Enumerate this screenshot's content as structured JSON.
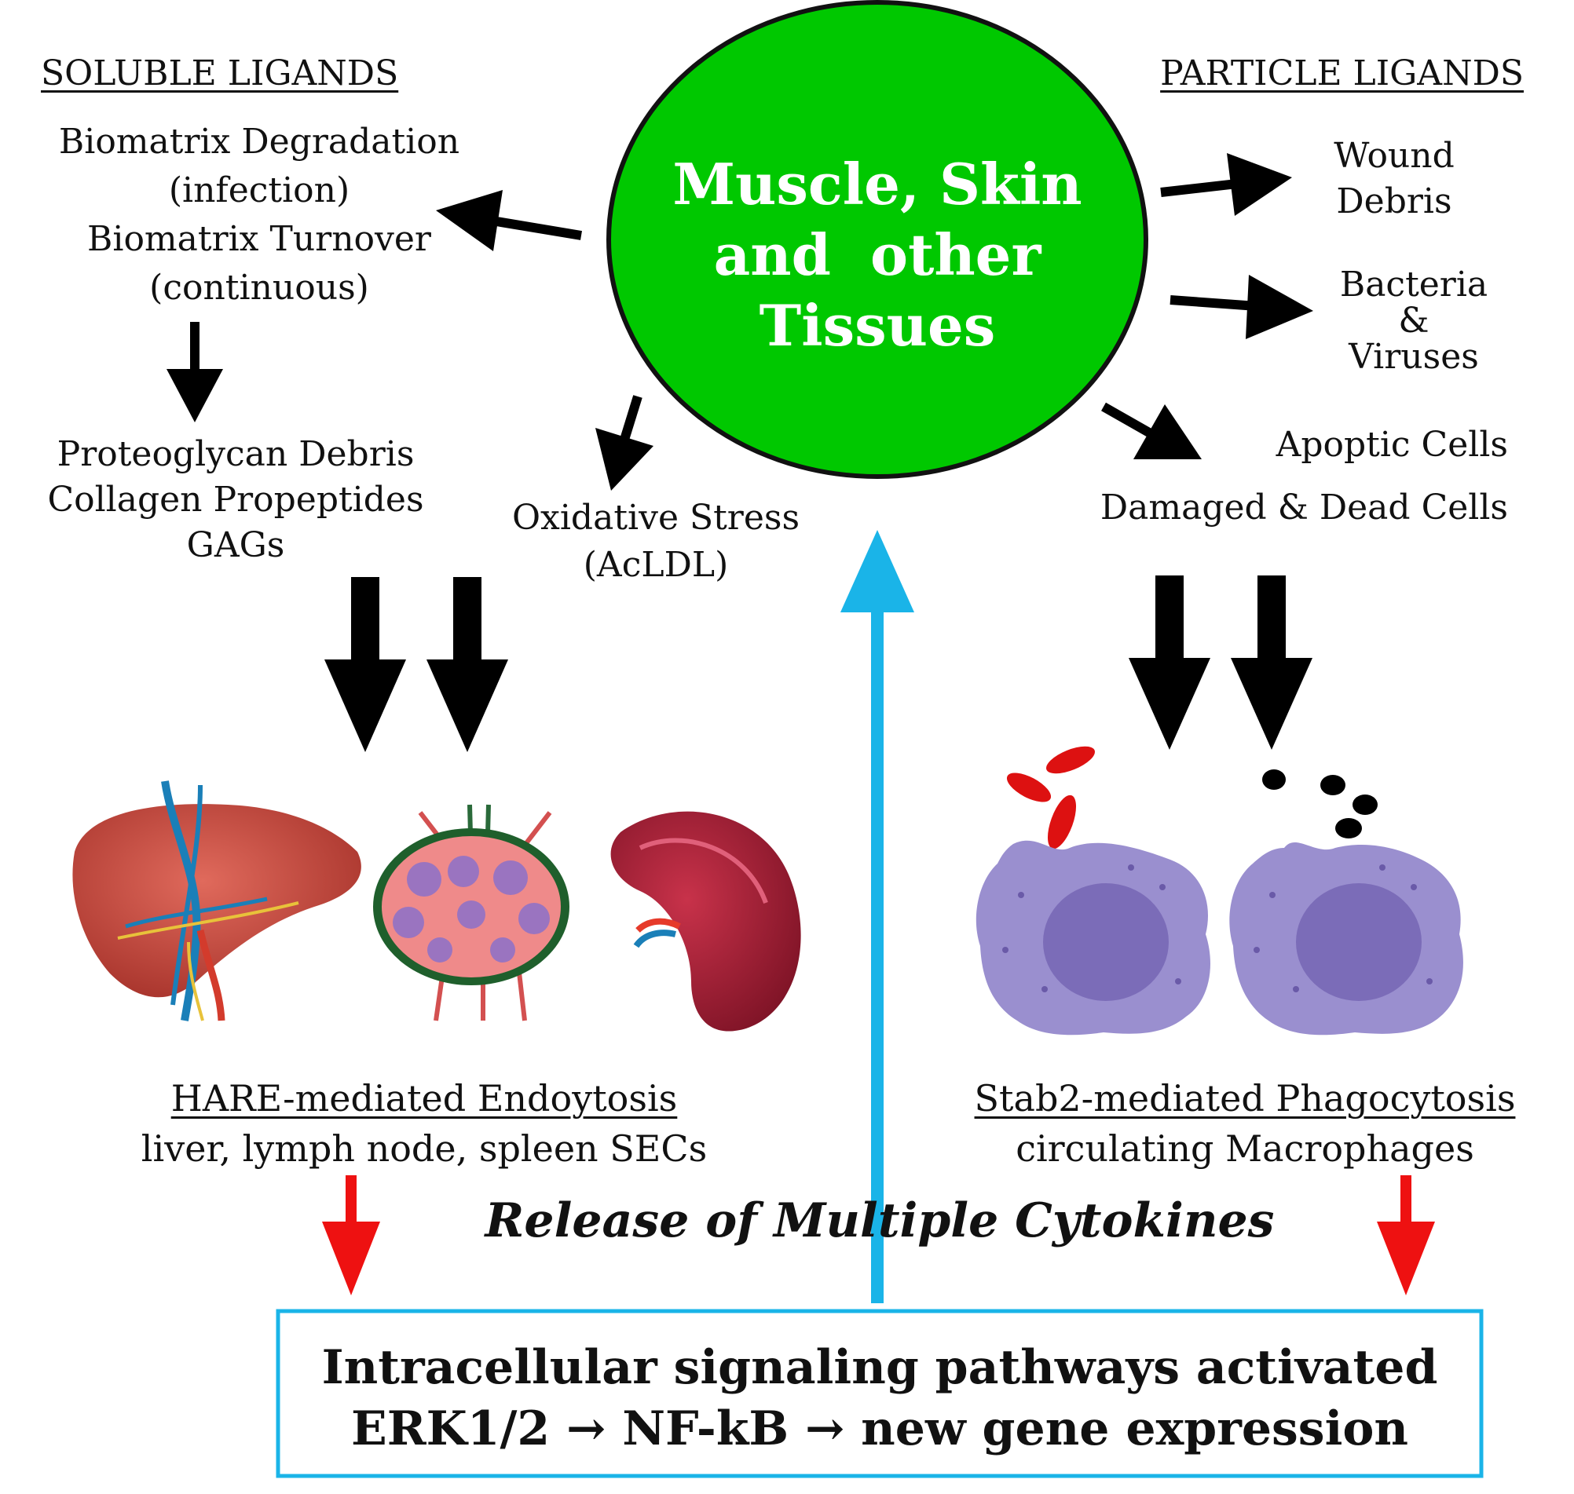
{
  "left_section": {
    "heading": "SOLUBLE LIGANDS",
    "sources": [
      "Biomatrix Degradation",
      "(infection)",
      "Biomatrix Turnover",
      "(continuous)"
    ],
    "products": [
      "Proteoglycan Debris",
      "Collagen Propeptides",
      "GAGs"
    ]
  },
  "right_section": {
    "heading": "PARTICLE LIGANDS",
    "wound_debris": [
      "Wound",
      "Debris"
    ],
    "bacteria_viruses": [
      "Bacteria",
      "&",
      "Viruses"
    ],
    "apoptic_cells": "Apoptic Cells",
    "damaged_cells": "Damaged & Dead Cells"
  },
  "center": {
    "tissue_label": [
      "Muscle, Skin",
      "and  other",
      "Tissues"
    ],
    "oxidative_stress": [
      "Oxidative Stress",
      "(AcLDL)"
    ],
    "cytokines": "Release of Multiple Cytokines"
  },
  "endocytosis": {
    "title": "HARE-mediated Endoytosis",
    "subtitle": "liver, lymph node, spleen SECs"
  },
  "phagocytosis": {
    "title": "Stab2-mediated Phagocytosis",
    "subtitle": "circulating Macrophages"
  },
  "signaling_box": {
    "lines": [
      "Intracellular signaling pathways activated",
      "ERK1/2 → NF-kB → new gene expression"
    ]
  },
  "colors": {
    "tissue_fill": "#00c800",
    "tissue_text": "#ffffff",
    "feedback_arrow": "#1ab4e8",
    "cytokine_arrow": "#ee1111",
    "macrophage": "#9a8fcf",
    "macrophage_nucleus": "#7b6cb8",
    "organ_red": "#c4463c",
    "spleen": "#a51f35"
  },
  "icons": [
    "liver-icon",
    "lymph-node-icon",
    "spleen-icon",
    "macrophage-icon",
    "red-blood-cells-icon",
    "bacteria-icon"
  ]
}
